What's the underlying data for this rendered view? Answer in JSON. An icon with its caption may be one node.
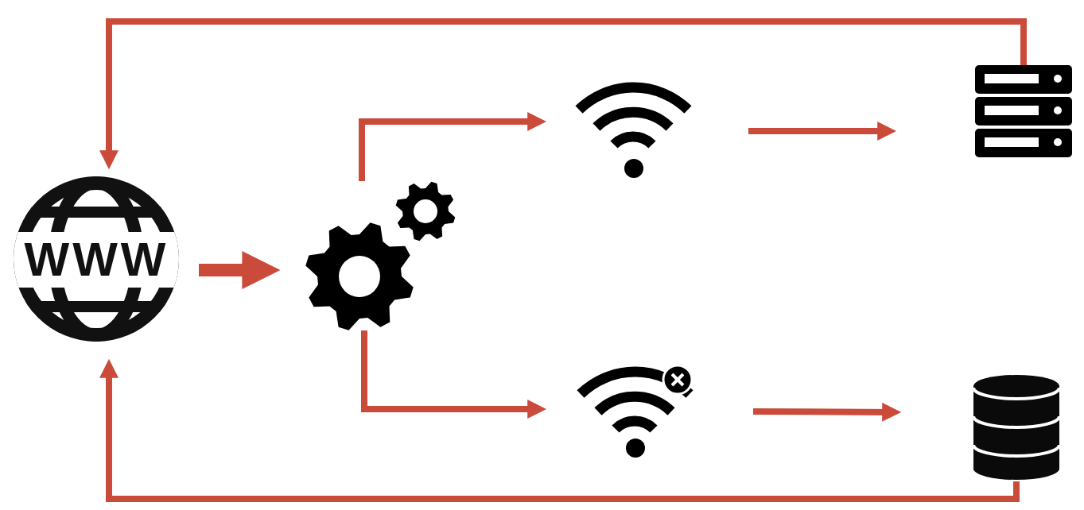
{
  "diagram": {
    "nodes": [
      {
        "text": [
          "WWW"
        ]
      },
      {
        "text": [],
        "shape": "picture"
      },
      {
        "text": [],
        "shape": "picture"
      },
      {
        "text": [],
        "shape": "picture"
      },
      {
        "text": [],
        "shape": "picture"
      },
      {
        "text": [],
        "shape": "cylinder"
      }
    ],
    "edges": [
      {
        "from": 0,
        "to": 1,
        "arrow": "to",
        "style": "thick"
      },
      {
        "from": 1,
        "to": 2,
        "arrow": "to"
      },
      {
        "from": 1,
        "to": 3,
        "arrow": "to"
      },
      {
        "from": 2,
        "to": 4,
        "arrow": "to"
      },
      {
        "from": 3,
        "to": 5,
        "arrow": "to"
      },
      {
        "from": 4,
        "to": 0,
        "arrow": "to"
      },
      {
        "from": 5,
        "to": 0,
        "arrow": "to"
      }
    ]
  }
}
